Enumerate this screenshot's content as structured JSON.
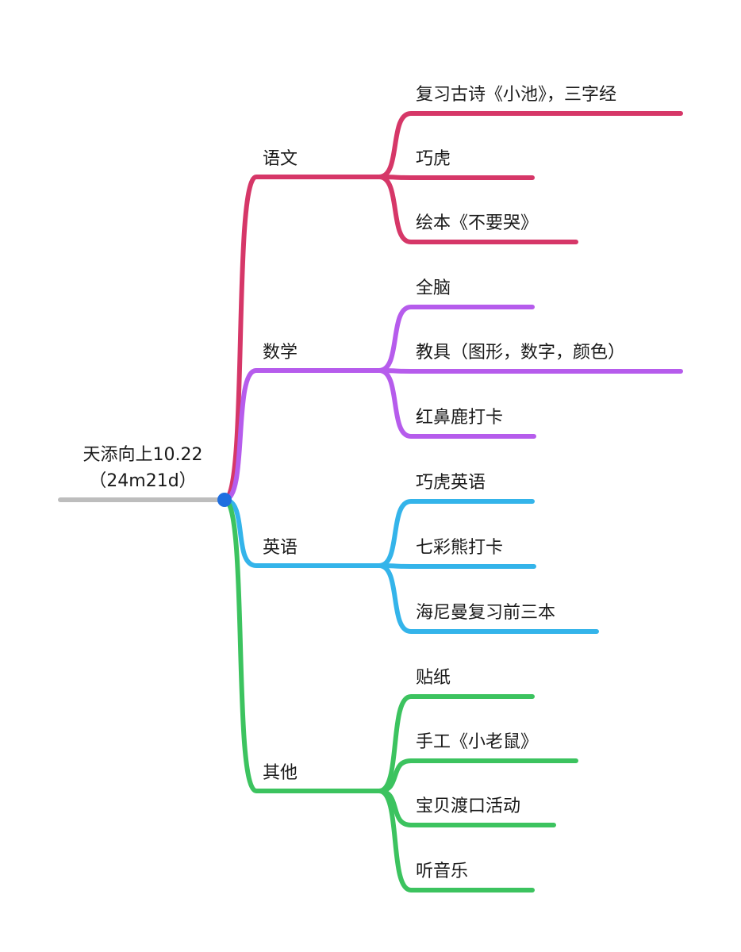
{
  "root": {
    "title_line1": "天添向上10.22",
    "title_line2": "（24m21d）",
    "line_color": "#bdbdbd",
    "node_color": "#1f6fe0"
  },
  "branches": [
    {
      "label": "语文",
      "color": "#d63768",
      "children": [
        "复习古诗《小池》，三字经",
        "巧虎",
        "绘本《不要哭》"
      ]
    },
    {
      "label": "数学",
      "color": "#b65cec",
      "children": [
        "全脑",
        "教具（图形，数字，颜色）",
        "红鼻鹿打卡"
      ]
    },
    {
      "label": "英语",
      "color": "#34b4ea",
      "children": [
        "巧虎英语",
        "七彩熊打卡",
        "海尼曼复习前三本"
      ]
    },
    {
      "label": "其他",
      "color": "#3cc35f",
      "children": [
        "贴纸",
        "手工《小老鼠》",
        "宝贝渡口活动",
        "听音乐"
      ]
    }
  ]
}
